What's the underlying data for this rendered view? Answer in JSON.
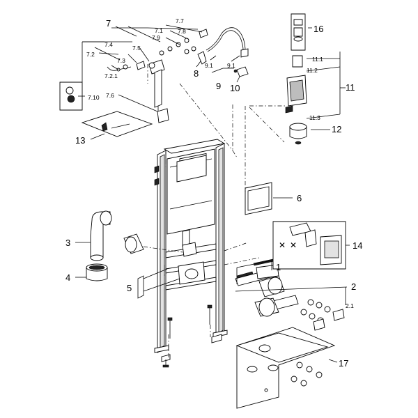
{
  "labels": {
    "l1": "1",
    "l2": "2",
    "l2_1": "2.1",
    "l3": "3",
    "l4": "4",
    "l5": "5",
    "l6": "6",
    "l7": "7",
    "l7_1": "7.1",
    "l7_2": "7.2",
    "l7_2_1": "7.2.1",
    "l7_3": "7.3",
    "l7_4": "7.4",
    "l7_5": "7.5",
    "l7_6": "7.6",
    "l7_7": "7.7",
    "l7_8": "7.8",
    "l7_9": "7.9",
    "l7_10": "7.10",
    "l8": "8",
    "l9": "9",
    "l9_1a": "9.1",
    "l9_1b": "9.1",
    "l10": "10",
    "l11": "11",
    "l11_1": "11.1",
    "l11_2": "11.2",
    "l11_3": "11.3",
    "l12": "12",
    "l13": "13",
    "l14": "14",
    "l16": "16",
    "l17": "17"
  }
}
